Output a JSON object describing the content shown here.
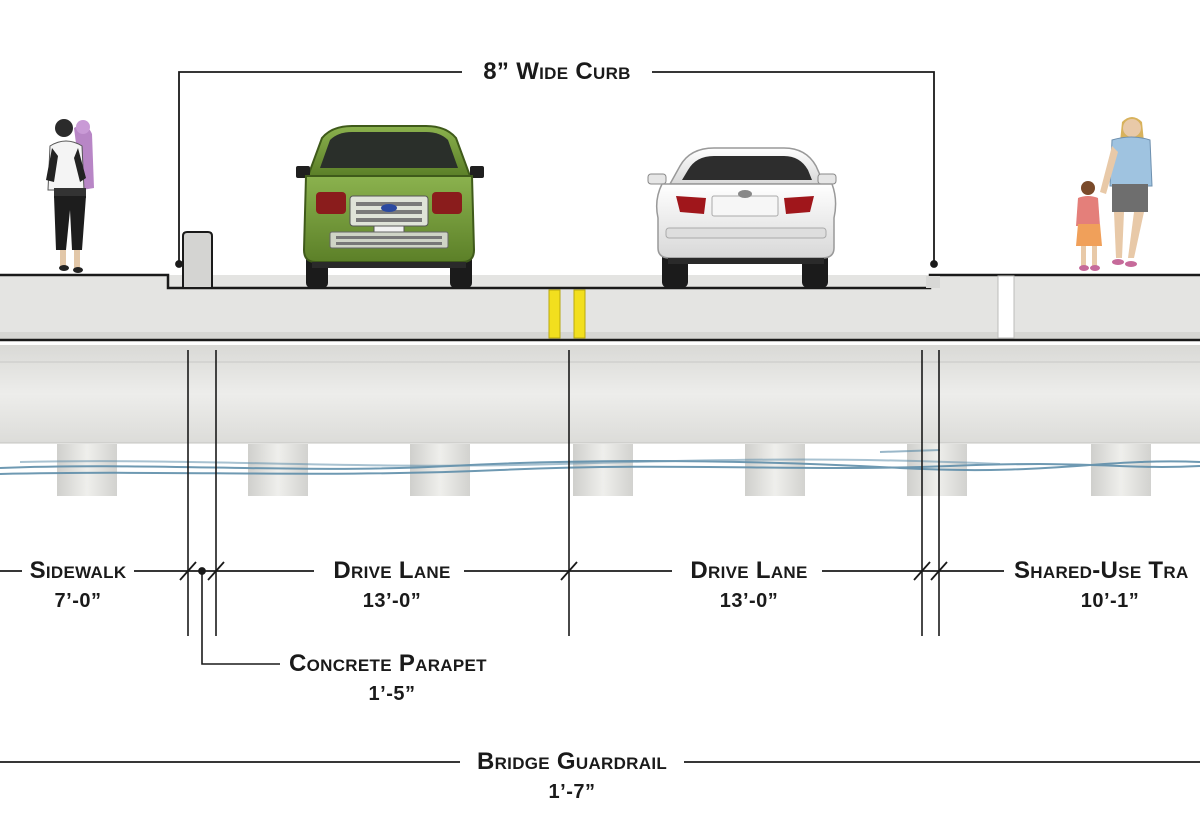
{
  "annotations": {
    "curb": {
      "label": "8” Wide Curb"
    },
    "sidewalk": {
      "label": "Sidewalk",
      "dimension": "7’-0”"
    },
    "drive_lane_left": {
      "label": "Drive Lane",
      "dimension": "13’-0”"
    },
    "drive_lane_right": {
      "label": "Drive Lane",
      "dimension": "13’-0”"
    },
    "shared_use_trail": {
      "label": "Shared-Use Tra",
      "dimension": "10’-1”"
    },
    "parapet": {
      "label": "Concrete Parapet",
      "dimension": "1’-5”"
    },
    "guardrail": {
      "label": "Bridge Guardrail",
      "dimension": "1’-7”"
    }
  },
  "colors": {
    "deck": "#e4e4e2",
    "deck_shadow": "#d2d2d0",
    "line": "#1a1a1a",
    "centerline": "#f2df1e",
    "water": "#5f8eaa",
    "suv_body": "#7aa23e",
    "sedan_body": "#f2f2f2"
  },
  "icons": [
    "pedestrian-with-backpack-icon",
    "suv-rear-icon",
    "sedan-rear-icon",
    "adult-with-child-icon"
  ]
}
